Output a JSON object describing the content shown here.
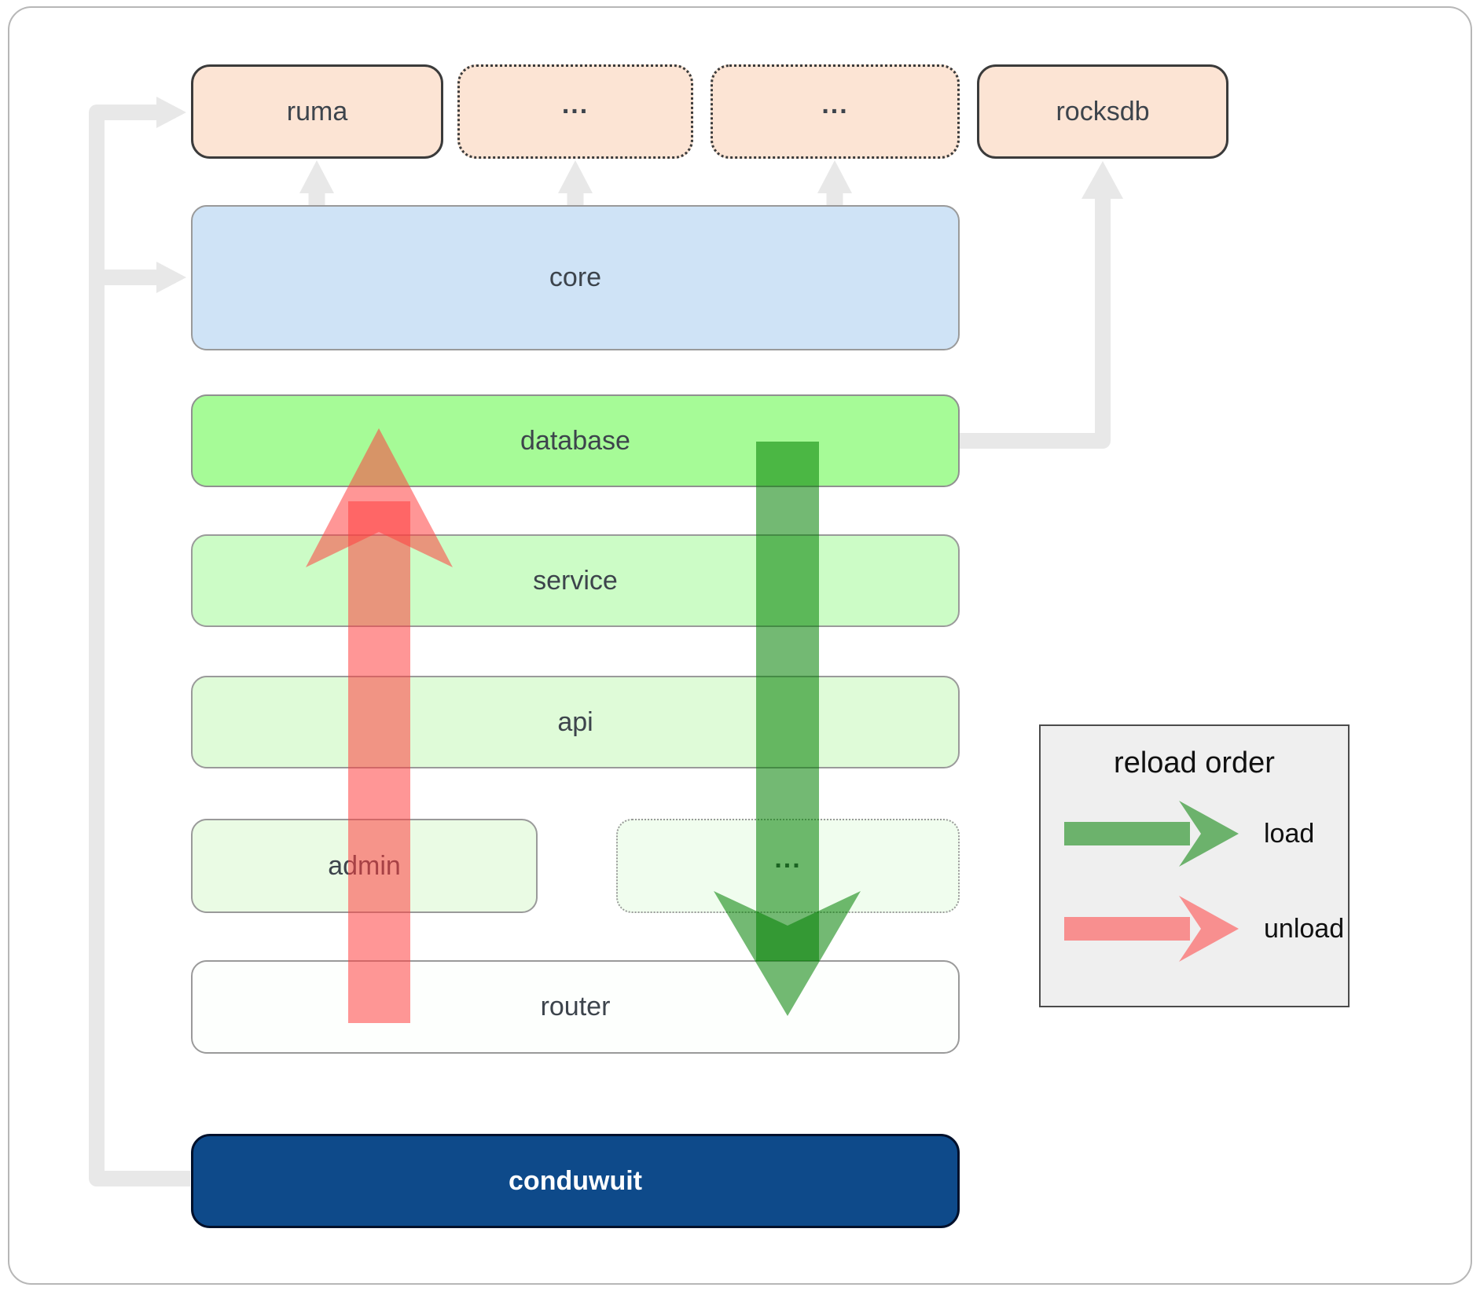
{
  "diagram": {
    "boxes": [
      {
        "id": "ruma",
        "label": "ruma",
        "fill": "#fce4d4",
        "border": "solid-dark"
      },
      {
        "id": "ruma-sibling-1",
        "label": "...",
        "fill": "#fce4d4",
        "border": "dotted-dark"
      },
      {
        "id": "ruma-sibling-2",
        "label": "...",
        "fill": "#fce4d4",
        "border": "dotted-dark"
      },
      {
        "id": "rocksdb",
        "label": "rocksdb",
        "fill": "#fce4d4",
        "border": "solid-dark"
      },
      {
        "id": "core",
        "label": "core",
        "fill": "#cfe3f6",
        "border": "solid-gray"
      },
      {
        "id": "database",
        "label": "database",
        "fill": "#a6fb97",
        "border": "solid-gray"
      },
      {
        "id": "service",
        "label": "service",
        "fill": "#ccfcc6",
        "border": "solid-gray"
      },
      {
        "id": "api",
        "label": "api",
        "fill": "#dffbd8",
        "border": "solid-gray"
      },
      {
        "id": "admin",
        "label": "admin",
        "fill": "#eafbe4",
        "border": "solid-gray"
      },
      {
        "id": "admin-sibling",
        "label": "...",
        "fill": "#f0fdee",
        "border": "dotted-gray"
      },
      {
        "id": "router",
        "label": "router",
        "fill": "#fdfffd",
        "border": "solid-gray"
      },
      {
        "id": "conduwuit",
        "label": "conduwuit",
        "fill": "#0e4a8a",
        "border": "solid-black",
        "text_color": "#ffffff"
      }
    ],
    "arrows": {
      "load_color": "#008000",
      "unload_color": "#ff4040",
      "arrow_opacity": 0.55,
      "connector_color": "#e8e8e8"
    }
  },
  "legend": {
    "title": "reload order",
    "items": [
      {
        "label": "load",
        "color": "#008000"
      },
      {
        "label": "unload",
        "color": "#ff4040"
      }
    ]
  }
}
